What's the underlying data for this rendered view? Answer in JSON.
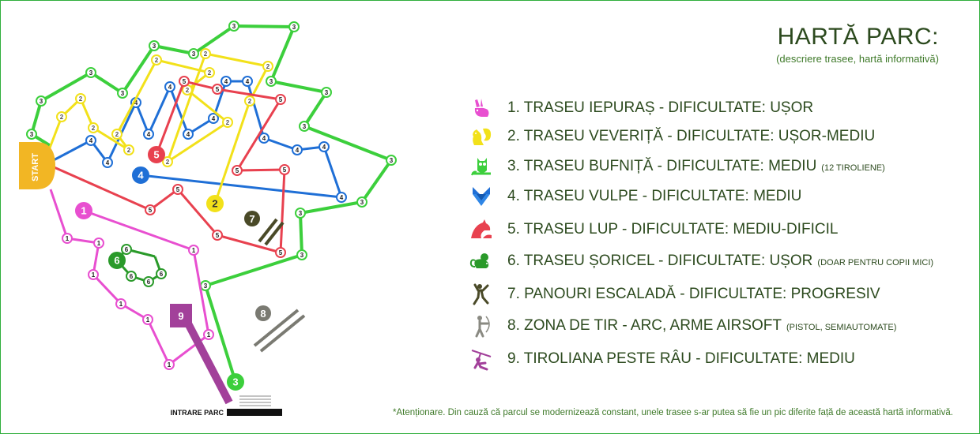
{
  "title": "HARTĂ PARC:",
  "subtitle": "(descriere trasee, hartă informativă)",
  "start_label": "START",
  "entrance_label": "INTRARE PARC",
  "legend": [
    {
      "text": "1. TRASEU IEPURAȘ  -  DIFICULTATE: UȘOR",
      "note": "",
      "color": "#e84fd0",
      "icon": "rabbit-icon"
    },
    {
      "text": "2. TRASEU VEVERIȚĂ  -  DIFICULTATE: UȘOR-MEDIU",
      "note": "",
      "color": "#f2e11a",
      "icon": "squirrel-icon"
    },
    {
      "text": "3. TRASEU BUFNIȚĂ  -  DIFICULTATE: MEDIU",
      "note": "(12 TIROLIENE)",
      "color": "#3ccf3c",
      "icon": "owl-icon"
    },
    {
      "text": "4. TRASEU VULPE  -  DIFICULTATE: MEDIU",
      "note": "",
      "color": "#1f6fd6",
      "icon": "fox-icon"
    },
    {
      "text": "5. TRASEU LUP  -  DIFICULTATE: MEDIU-DIFICIL",
      "note": "",
      "color": "#e8414f",
      "icon": "wolf-icon"
    },
    {
      "text": "6. TRASEU ȘORICEL  -  DIFICULTATE: UȘOR",
      "note": "(DOAR PENTRU COPII MICI)",
      "color": "#2a9a2a",
      "icon": "mouse-icon"
    },
    {
      "text": "7. PANOURI ESCALADĂ  -  DIFICULTATE: PROGRESIV",
      "note": "",
      "color": "#4a4a28",
      "icon": "climber-icon"
    },
    {
      "text": "8. ZONA DE TIR  -  ARC, ARME AIRSOFT",
      "note": "(PISTOL, SEMIAUTOMATE)",
      "color": "#7a7a72",
      "icon": "archer-icon"
    },
    {
      "text": "9. TIROLIANA PESTE RÂU  -  DIFICULTATE: MEDIU",
      "note": "",
      "color": "#a2409a",
      "icon": "zipline-icon"
    }
  ],
  "map": {
    "badges": {
      "t1": "1",
      "t2": "2",
      "t3": "3",
      "t4": "4",
      "t5": "5",
      "t6": "6",
      "t7": "7",
      "t8": "8",
      "t9": "9"
    }
  },
  "footnote": "*Atenționare. Din cauză că parcul se modernizează constant, unele trasee s-ar putea să fie un pic diferite față de această hartă informativă."
}
